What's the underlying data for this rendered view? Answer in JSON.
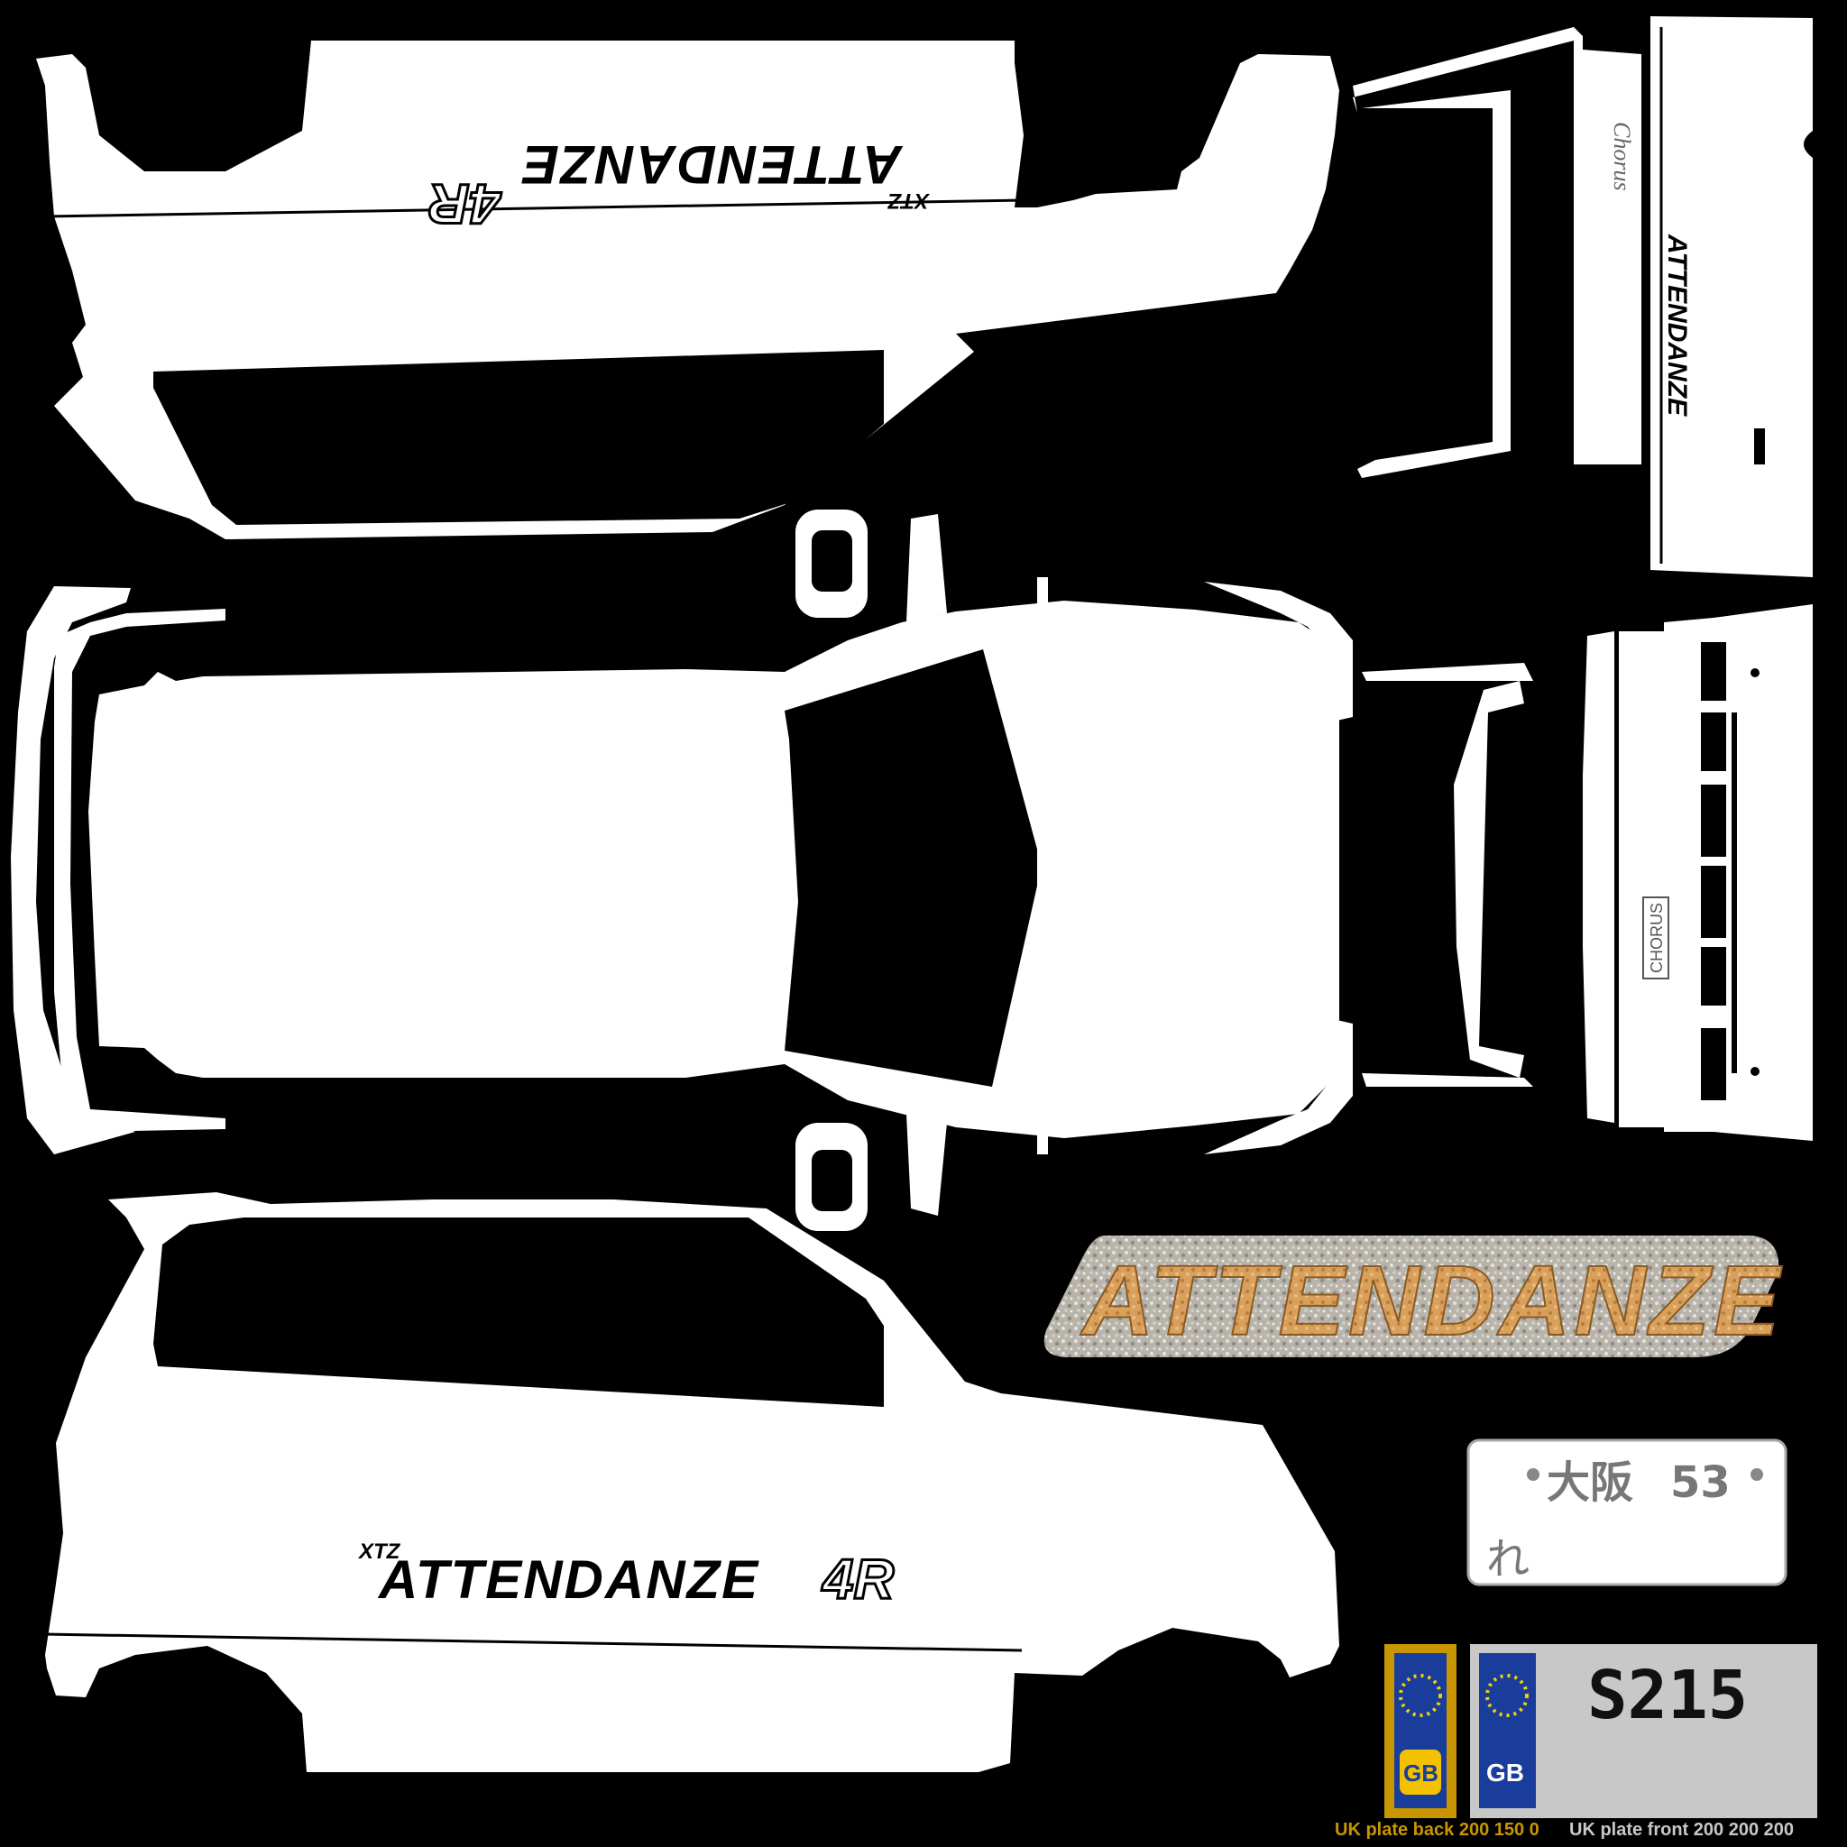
{
  "livery": {
    "wordmark": "ATTENDANZE",
    "suffix": "4R",
    "trim_badge": "XTZ",
    "front_badge": "CHORUS",
    "rear_script_badge": "Chorus"
  },
  "badge": {
    "text": "ATTENDANZE"
  },
  "jp_plate": {
    "region": "大阪",
    "class_number": "53",
    "hiragana": "れ"
  },
  "uk_plate": {
    "registration": "S215",
    "country_code": "GB"
  },
  "captions": {
    "back_label": "UK plate back",
    "back_color": "200 150 0",
    "front_label": "UK plate front",
    "front_color": "200 200 200"
  },
  "colors": {
    "background": "#000000",
    "body": "#ffffff",
    "uk_back_frame": "#c89600",
    "uk_front_plate": "#c8c8c8",
    "eu_blue": "#1a3d9c",
    "badge_orange": "#d9a05c",
    "caption_back": "#c89600",
    "caption_front": "#c8c8c8"
  }
}
